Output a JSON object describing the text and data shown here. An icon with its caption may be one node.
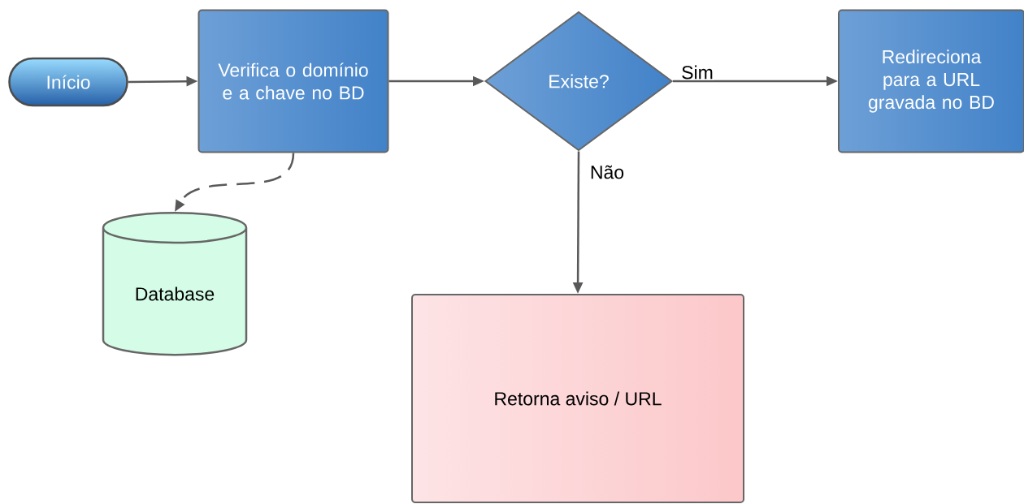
{
  "diagram": {
    "nodes": [
      {
        "text": [
          "Início"
        ]
      },
      {
        "text": [
          "Verifica o domínio e a chave no BD"
        ]
      },
      {
        "text": [
          "Existe?"
        ]
      },
      {
        "text": [
          "Redireciona para a URL gravada no BD"
        ]
      },
      {
        "text": [
          "Database"
        ]
      },
      {
        "text": [
          "Retorna aviso / URL"
        ]
      }
    ],
    "edges": [
      {
        "from": 0,
        "to": 1,
        "arrow": "to"
      },
      {
        "from": 1,
        "to": 2,
        "arrow": "to"
      },
      {
        "from": 2,
        "to": 3,
        "arrow": "to",
        "label": "Sim"
      },
      {
        "from": 2,
        "to": 5,
        "arrow": "to",
        "label": "Não"
      },
      {
        "from": 1,
        "to": 4,
        "arrow": "to",
        "style": "dashed"
      }
    ]
  }
}
